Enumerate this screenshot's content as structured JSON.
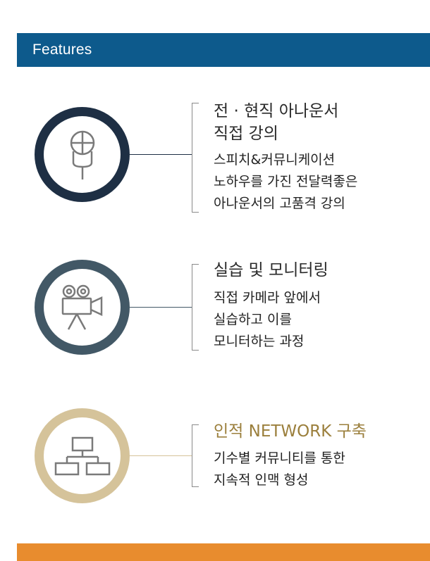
{
  "header": {
    "title": "Features"
  },
  "features": [
    {
      "title": "전 · 현직 아나운서\n직접 강의",
      "description": "스피치&커뮤니케이션\n노하우를 가진 전달력좋은\n아나운서의 고품격 강의",
      "icon": "microphone-icon",
      "accent_color": "#1e2f44"
    },
    {
      "title": "실습 및 모니터링",
      "description": "직접 카메라 앞에서\n실습하고 이를\n모니터하는 과정",
      "icon": "video-camera-icon",
      "accent_color": "#425866"
    },
    {
      "title": "인적 NETWORK 구축",
      "description": "기수별 커뮤니티를 통한\n지속적 인맥 형성",
      "icon": "network-icon",
      "accent_color": "#d5c39a",
      "title_color": "#9b7f3c"
    }
  ],
  "footer": {
    "color": "#e88c2e"
  }
}
